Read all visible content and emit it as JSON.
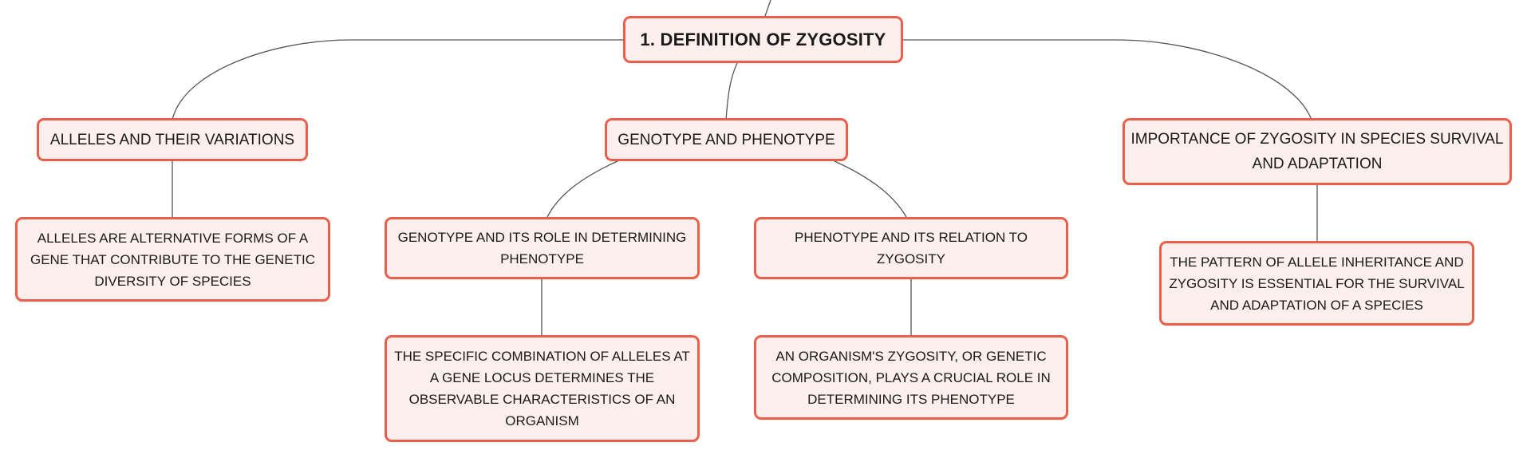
{
  "diagram": {
    "root": {
      "label": "1. Definition of Zygosity"
    },
    "branches": [
      {
        "label": "Alleles and their variations",
        "children": [
          {
            "label": "Alleles are alternative forms of a gene that contribute to the genetic diversity of species"
          }
        ]
      },
      {
        "label": "Genotype and Phenotype",
        "children": [
          {
            "label": "Genotype and its role in determining phenotype",
            "children": [
              {
                "label": "The specific combination of alleles at a gene locus determines the observable characteristics of an organism"
              }
            ]
          },
          {
            "label": "Phenotype and its relation to zygosity",
            "children": [
              {
                "label": "An organism's zygosity, or genetic composition, plays a crucial role in determining its phenotype"
              }
            ]
          }
        ]
      },
      {
        "label": "Importance of zygosity in species survival and adaptation",
        "children": [
          {
            "label": "The pattern of allele inheritance and zygosity is essential for the survival and adaptation of a species"
          }
        ]
      }
    ]
  },
  "colors": {
    "node_fill": "#fdf0ec",
    "node_border": "#e8604c",
    "connector": "#555555",
    "text": "#1a1a1a"
  }
}
